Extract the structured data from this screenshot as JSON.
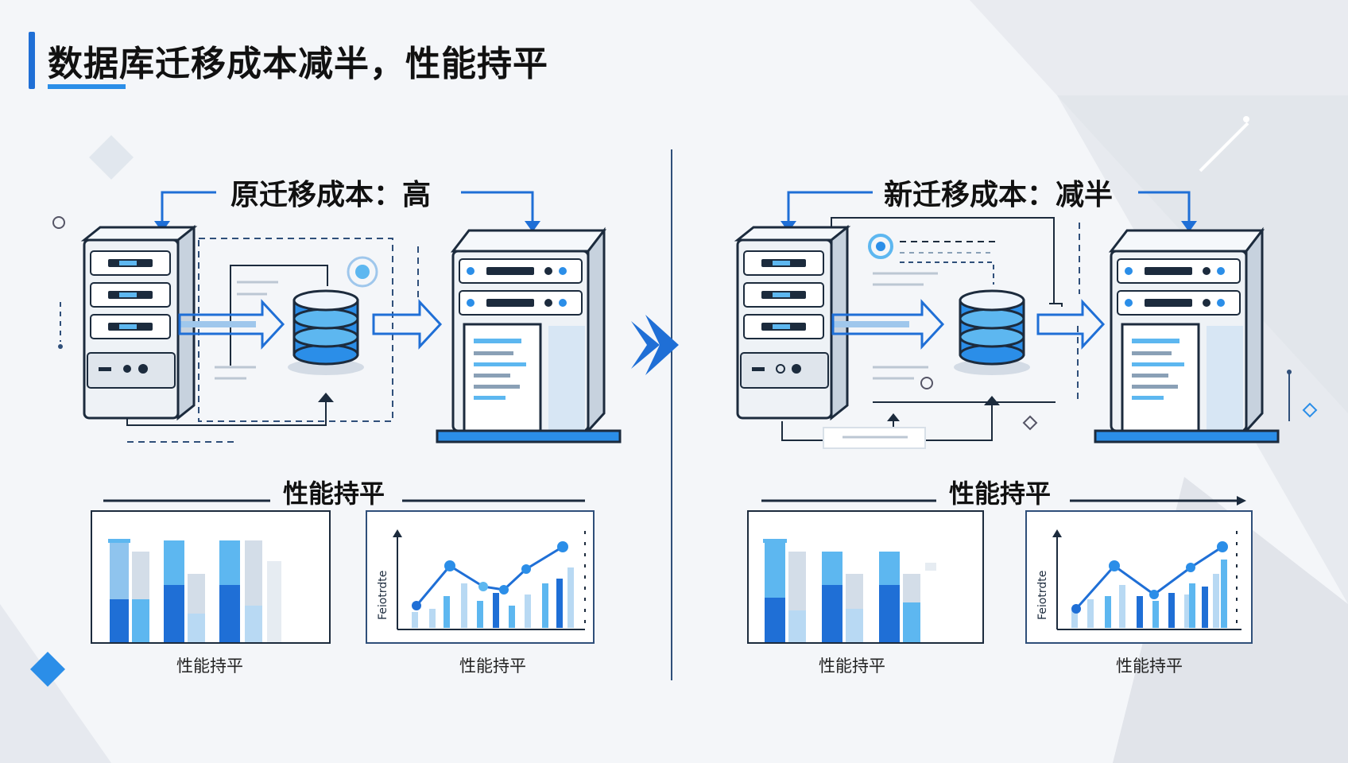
{
  "title": "数据库迁移成本减半，性能持平",
  "left_panel": {
    "label": "原迁移成本：高",
    "perf_label": "性能持平",
    "bar_caption": "性能持平",
    "line_caption": "性能持平",
    "line_axis_label": "Feiotrdte"
  },
  "right_panel": {
    "label": "新迁移成本：减半",
    "perf_label": "性能持平",
    "bar_caption": "性能持平",
    "line_caption": "性能持平",
    "line_axis_label": "Feiotrdte"
  },
  "colors": {
    "accent": "#1f6fd6",
    "accent_light": "#5db7f0",
    "accent_pale": "#b8d9f3",
    "line": "#2f4f7a",
    "server": "#e9eef4",
    "outline": "#1c2b3d"
  },
  "icons": [
    "server-icon",
    "database-icon",
    "arrow-right-icon",
    "bar-chart-icon",
    "line-chart-icon"
  ]
}
